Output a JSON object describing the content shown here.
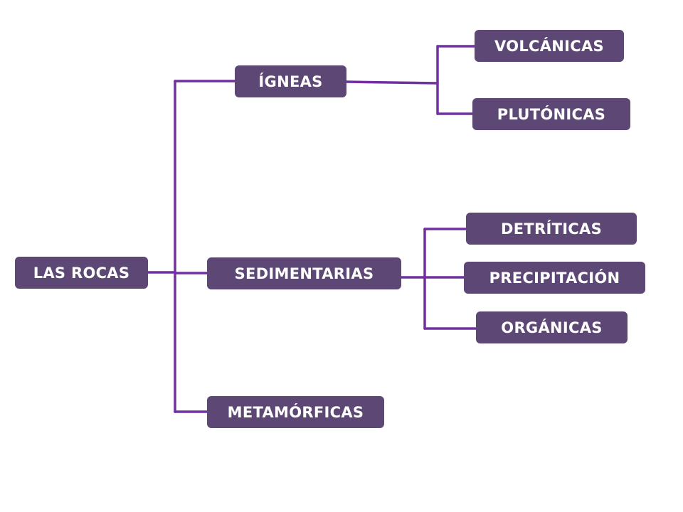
{
  "colors": {
    "box": "#5c4775",
    "line": "#7030a0",
    "text": "#ffffff"
  },
  "nodes": {
    "root": "LAS ROCAS",
    "igneas": "ÍGNEAS",
    "sedimentarias": "SEDIMENTARIAS",
    "metamorficas": "METAMÓRFICAS",
    "volcanicas": "VOLCÁNICAS",
    "plutonicas": "PLUTÓNICAS",
    "detriticas": "DETRÍTICAS",
    "precipitacion": "PRECIPITACIÓN",
    "organicas": "ORGÁNICAS"
  },
  "edges": [
    [
      "root",
      "igneas"
    ],
    [
      "root",
      "sedimentarias"
    ],
    [
      "root",
      "metamorficas"
    ],
    [
      "igneas",
      "volcanicas"
    ],
    [
      "igneas",
      "plutonicas"
    ],
    [
      "sedimentarias",
      "detriticas"
    ],
    [
      "sedimentarias",
      "precipitacion"
    ],
    [
      "sedimentarias",
      "organicas"
    ]
  ]
}
